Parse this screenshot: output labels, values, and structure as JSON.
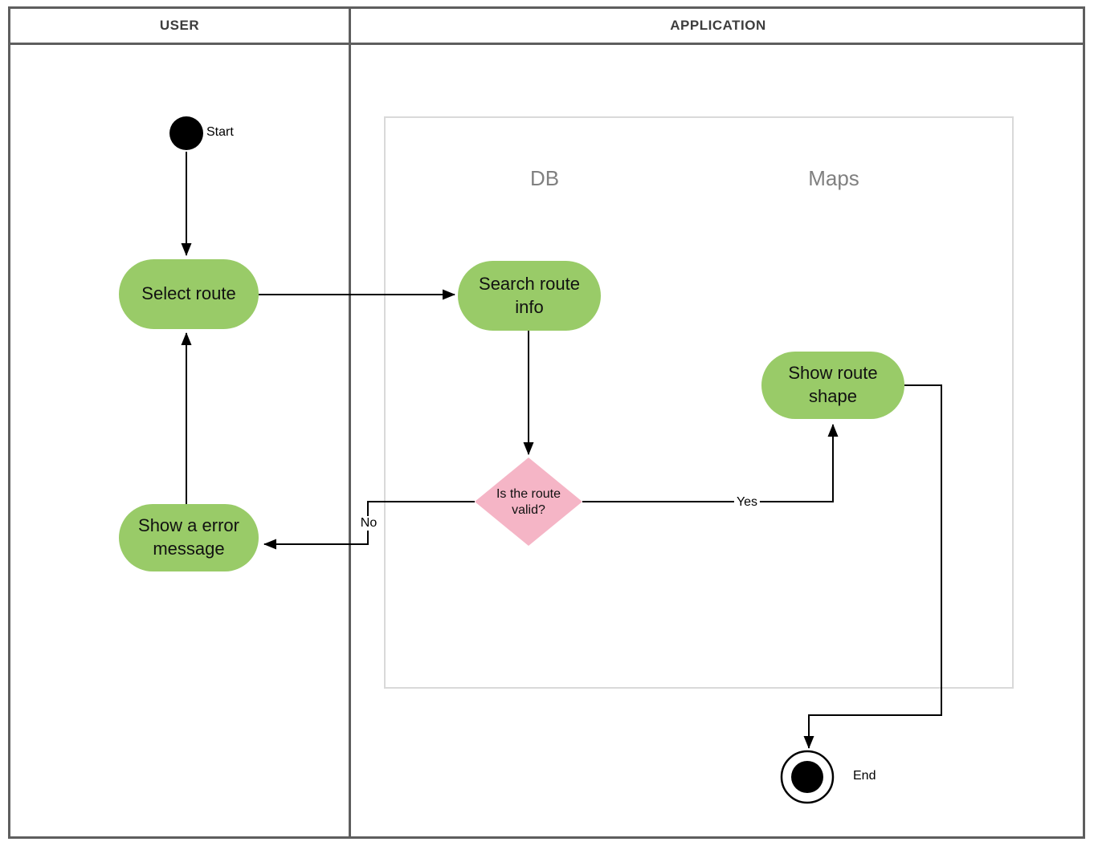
{
  "lanes": {
    "user": "USER",
    "application": "APPLICATION"
  },
  "sublanes": {
    "db": "DB",
    "maps": "Maps"
  },
  "nodes": {
    "start": "Start",
    "select_route": "Select route",
    "search_route_info": "Search route info",
    "decision": "Is the route valid?",
    "show_route_shape": "Show route shape",
    "show_error_message": "Show a error message",
    "end": "End"
  },
  "edge_labels": {
    "yes": "Yes",
    "no": "No"
  },
  "colors": {
    "action_fill": "#99cb68",
    "decision_fill": "#f5b5c6",
    "frame_border": "#5e5e5e",
    "container_border": "#d9d9d9",
    "sublane_label": "#808080"
  }
}
